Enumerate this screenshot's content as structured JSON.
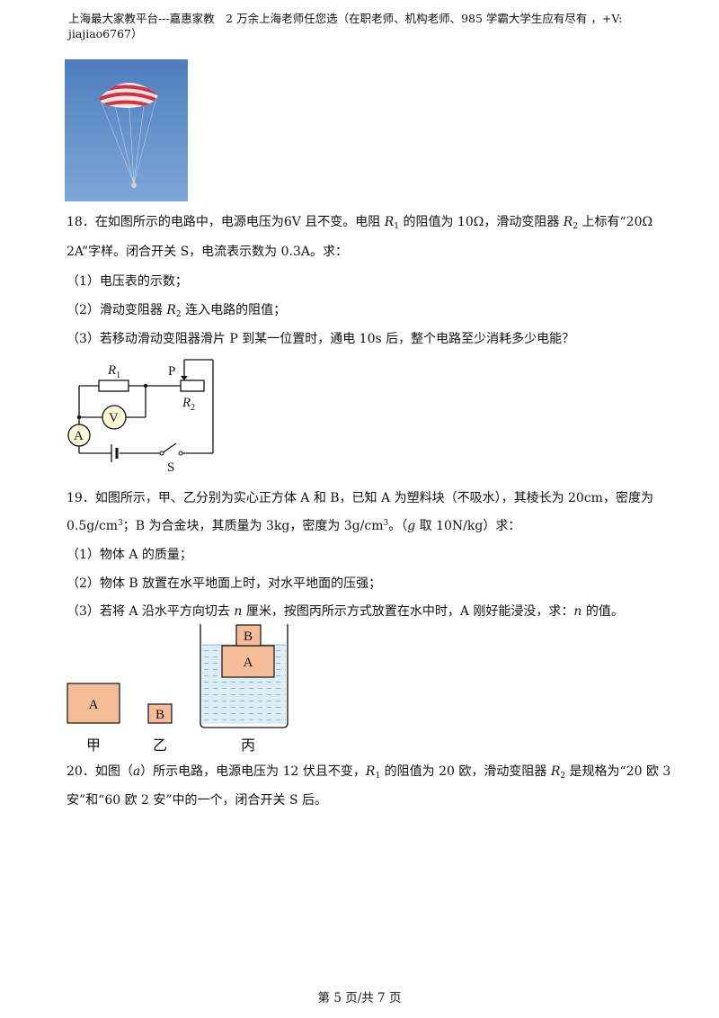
{
  "header": {
    "text": "上海最大家教平台---嘉惠家教　2 万余上海老师任您选（在职老师、机构老师、985 学霸大学生应有尽有 ，+V: jiajiao6767）"
  },
  "q18": {
    "line1a": "18．在如图所示的电路中，电源电压为6V 且不变。电阻 ",
    "r1": "R",
    "r1sub": "1",
    "line1b": " 的阻值为 10Ω，滑动变阻器 ",
    "r2": "R",
    "r2sub": "2",
    "line1c": " 上标有“20Ω",
    "line2": "2A”字样。闭合开关 S，电流表示数为 0.3A。求：",
    "p1": "（1）电压表的示数；",
    "p2a": "（2）滑动变阻器 ",
    "p2b": " 连入电路的阻值；",
    "p3": "（3）若移动滑动变阻器滑片 P 到某一位置时，通电 10s 后，整个电路至少消耗多少电能？",
    "circuit": {
      "r1_label": "R",
      "r1_sub": "1",
      "r2_label": "R",
      "r2_sub": "2",
      "p_label": "P",
      "v_label": "V",
      "a_label": "A",
      "s_label": "S"
    }
  },
  "q19": {
    "line1": "19．如图所示，甲、乙分别为实心正方体 A 和 B，已知 A 为塑料块（不吸水），其棱长为 20cm，密度为",
    "line2a": "0.5g/cm",
    "sup3": "3",
    "line2b": "；B 为合金块，其质量为 3kg，密度为 3g/cm",
    "line2c": "。（",
    "g": "g",
    "line2d": " 取 10N/kg）求：",
    "p1": "（1）物体 A 的质量；",
    "p2": "（2）物体 B 放置在水平地面上时，对水平地面的压强；",
    "p3a": "（3）若将 A 沿水平方向切去 ",
    "n": "n",
    "p3b": " 厘米，按图丙所示方式放置在水中时，A 刚好能浸没，求：",
    "p3c": " 的值。",
    "figure": {
      "block_a": "A",
      "block_b": "B",
      "caption_jia": "甲",
      "caption_yi": "乙",
      "caption_bing": "丙"
    }
  },
  "q20": {
    "line1a": "20．如图（",
    "a": "a",
    "line1b": "）所示电路，电源电压为 12 伏且不变，",
    "r1": "R",
    "r1sub": "1",
    "line1c": " 的阻值为 20 欧，滑动变阻器 ",
    "r2": "R",
    "r2sub": "2",
    "line1d": " 是规格为“20 欧 3",
    "line2": "安”和“60 欧 2 安”中的一个，闭合开关 S 后。"
  },
  "footer": {
    "text": "第 5 页/共 7 页"
  },
  "colors": {
    "block_fill": "#f4bc99",
    "water": "#ddeef6",
    "sky": "#5a86c0",
    "canopy_red": "#d8303c"
  }
}
